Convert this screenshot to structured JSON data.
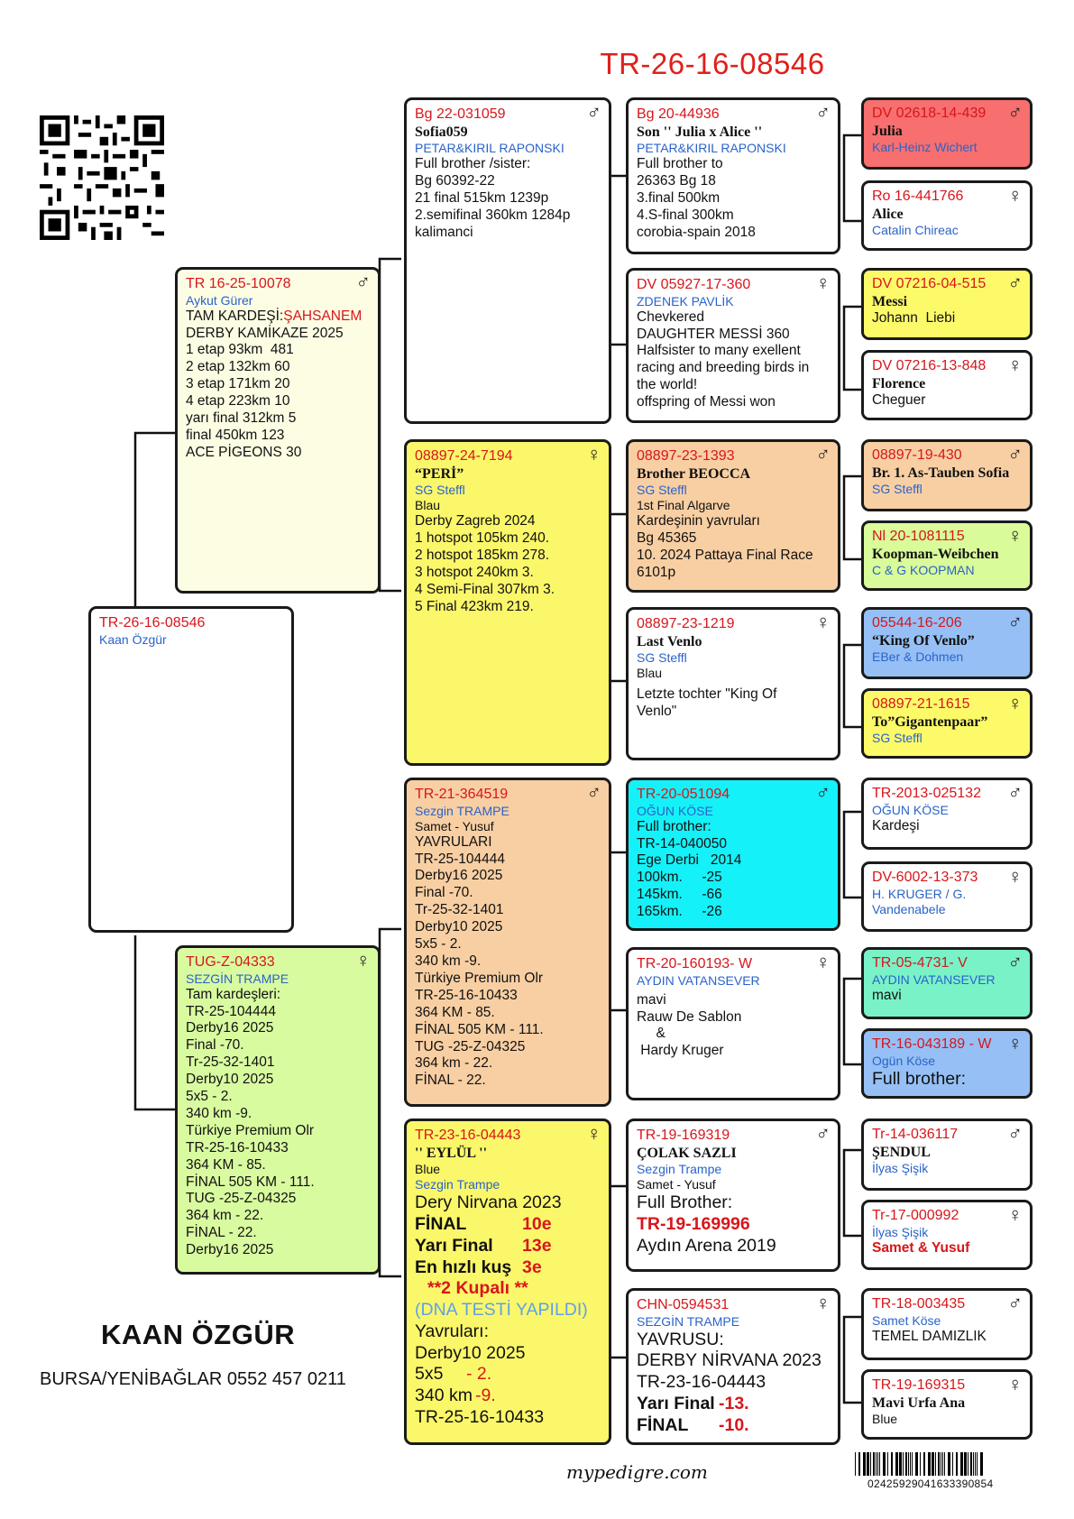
{
  "title": "TR-26-16-08546",
  "owner": {
    "name": "KAAN ÖZGÜR",
    "address": "BURSA/YENİBAĞLAR 0552 457 0211"
  },
  "footer": {
    "site": "mypedigre.com",
    "barcode": "02425929041633390854"
  },
  "subject": {
    "ring": "TR-26-16-08546",
    "breeder": "Kaan Özgür"
  },
  "sire": {
    "ring": "TR 16-25-10078",
    "breeder": "Aykut Gürer",
    "sex": "♂",
    "lines": [
      "TAM KARDEŞİ:",
      "DERBY KAMİKAZE 2025",
      "1 etap 93km  481",
      "2 etap 132km 60",
      "3 etap 171km 20",
      "4 etap 223km 10",
      "yarı final 312km 5",
      "final 450km 123",
      "ACE PİGEONS 30"
    ],
    "line0_red": "ŞAHSANEM"
  },
  "dam": {
    "ring": "TUG-Z-04333",
    "breeder": "SEZGİN TRAMPE",
    "sex": "♀",
    "lines": [
      "Tam kardeşleri:",
      "TR-25-104444",
      "Derby16 2025",
      "Final -70.",
      "Tr-25-32-1401",
      "Derby10 2025",
      "5x5 - 2.",
      "340 km -9.",
      "Türkiye Premium Olr",
      "TR-25-16-10433",
      "364 KM - 85.",
      "FİNAL 505 KM - 111.",
      "TUG -25-Z-04325",
      "364 km - 22.",
      "FİNAL - 22.",
      "Derby16 2025"
    ]
  },
  "ss": {
    "ring": "Bg 22-031059",
    "name": "Sofia059",
    "breeder": "PETAR&KIRIL RAPONSKI",
    "sex": "♂",
    "lines": [
      "Full brother /sister:",
      "Bg 60392-22",
      "21 final 515km 1239p",
      "2.semifinal 360km 1284p",
      "kalimanci"
    ]
  },
  "sd": {
    "ring": "08897-24-7194",
    "name": "“PERİ”",
    "breeder": "SG Steffl",
    "sex": "♀",
    "sublabel": "Blau",
    "lines": [
      "Derby Zagreb 2024",
      "1 hotspot 105km 240.",
      "2 hotspot 185km 278.",
      "3 hotspot 240km 3.",
      "4 Semi-Final 307km 3.",
      "5 Final 423km 219."
    ]
  },
  "ds": {
    "ring": "TR-21-364519",
    "breeder": "Sezgin TRAMPE",
    "sex": "♂",
    "sublabel": "Samet - Yusuf",
    "lines": [
      "YAVRULARI",
      "TR-25-104444",
      "Derby16 2025",
      "Final -70.",
      "Tr-25-32-1401",
      "Derby10 2025",
      "5x5 - 2.",
      "340 km -9.",
      "Türkiye Premium Olr",
      "TR-25-16-10433",
      "364 KM - 85.",
      "FİNAL 505 KM - 111.",
      "TUG -25-Z-04325",
      "364 km - 22.",
      "FİNAL - 22."
    ]
  },
  "dd": {
    "ring": "TR-23-16-04443",
    "name": "'' EYLÜL ''",
    "sublabel": "Blue",
    "breeder": "Sezgin Trampe",
    "sex": "♀",
    "race": "Dery Nirvana 2023",
    "results": [
      {
        "label": "FİNAL",
        "value": "10e"
      },
      {
        "label": "Yarı Final",
        "value": "13e"
      },
      {
        "label": "En hızlı kuş",
        "value": "3e"
      }
    ],
    "cup": "**2 Kupalı **",
    "dna": "(DNA TESTİ YAPILDI)",
    "lines": [
      "Yavruları:",
      "Derby10 2025"
    ],
    "r1": {
      "label": "5x5",
      "value": "- 2."
    },
    "r2": {
      "label": "340 km",
      "value": "-9."
    },
    "last": "TR-25-16-10433"
  },
  "sss": {
    "ring": "Bg 20-44936",
    "name": "Son '' Julia x Alice ''",
    "breeder": "PETAR&KIRIL RAPONSKI",
    "sex": "♂",
    "lines": [
      "Full brother to",
      "26363 Bg 18",
      "3.final 500km",
      "4.S-final 300km",
      "corobia-spain 2018"
    ]
  },
  "ssd": {
    "ring": "DV 05927-17-360",
    "breeder": "ZDENEK PAVLİK",
    "sex": "♀",
    "lines": [
      "Chevkered",
      "DAUGHTER MESSİ 360",
      "Halfsister to many exellent",
      "racing and breeding birds in",
      "the world!",
      "offspring of Messi won"
    ]
  },
  "sds": {
    "ring": "08897-23-1393",
    "name": "Brother BEOCCA",
    "breeder": "SG Steffl",
    "sex": "♂",
    "sublabel": "1st Final Algarve",
    "lines": [
      "Kardeşinin yavruları",
      "Bg 45365",
      "10. 2024 Pattaya Final Race",
      "6101p"
    ]
  },
  "sdd": {
    "ring": "08897-23-1219",
    "name": "Last Venlo",
    "breeder": "SG Steffl",
    "sex": "♀",
    "sublabel": "Blau",
    "lines": [
      "Letzte tochter \"King Of",
      "Venlo\""
    ]
  },
  "dss": {
    "ring": "TR-20-051094",
    "breeder": "OĞUN KÖSE",
    "sex": "♂",
    "lines": [
      "Full brother:",
      "TR-14-040050",
      "Ege Derbi   2014",
      "100km.     -25",
      "145km.     -66",
      "165km.     -26"
    ]
  },
  "dsd": {
    "ring": "TR-20-160193- W",
    "breeder": "AYDIN VATANSEVER",
    "sex": "♀",
    "lines": [
      "mavi",
      "",
      "Rauw De Sablon",
      "     &",
      " Hardy Kruger"
    ]
  },
  "dds": {
    "ring": "TR-19-169319",
    "name": "ÇOLAK SAZLI",
    "breeder": "Sezgin Trampe",
    "sex": "♂",
    "sublabel": "Samet - Yusuf",
    "brother_label": "Full Brother:",
    "brother": "TR-19-169996",
    "last": "Aydın Arena 2019"
  },
  "ddd": {
    "ring": "CHN-0594531",
    "breeder": "SEZGİN TRAMPE",
    "sex": "♀",
    "lines": [
      "YAVRUSU:",
      "DERBY NİRVANA 2023",
      "TR-23-16-04443"
    ],
    "r1": {
      "label": "Yarı Final",
      "value": "-13."
    },
    "r2": {
      "label": "FİNAL",
      "value": "-10."
    }
  },
  "g": [
    {
      "ring": "DV 02618-14-439",
      "name": "Julia",
      "breeder": "Karl-Heinz Wichert",
      "sex": "♂"
    },
    {
      "ring": "Ro 16-441766",
      "name": "Alice",
      "breeder": "Catalin Chireac",
      "sex": "♀"
    },
    {
      "ring": "DV 07216-04-515",
      "name": "Messi",
      "breeder": "Johann  Liebi",
      "sex": "♂"
    },
    {
      "ring": "DV 07216-13-848",
      "name": "Florence",
      "breeder": "Cheguer",
      "sex": "♀"
    },
    {
      "ring": "08897-19-430",
      "name": "Br. 1. As-Tauben Sofia",
      "breeder": "SG Steffl",
      "sex": "♂"
    },
    {
      "ring": "Nl 20-1081115",
      "name": "Koopman-Weibchen",
      "breeder": "C & G KOOPMAN",
      "sex": "♀"
    },
    {
      "ring": "05544-16-206",
      "name": "“King Of Venlo”",
      "breeder": "EBer & Dohmen",
      "sex": "♂"
    },
    {
      "ring": "08897-21-1615",
      "name": "To”Gigantenpaar”",
      "breeder": "SG Steffl",
      "sex": "♀"
    },
    {
      "ring": "TR-2013-025132",
      "breeder": "OĞUN KÖSE",
      "text": "Kardeşi",
      "sex": "♂"
    },
    {
      "ring": "DV-6002-13-373",
      "breeder": "H. KRUGER / G. Vandenabele",
      "sex": "♀"
    },
    {
      "ring": "TR-05-4731- V",
      "breeder": "AYDIN VATANSEVER",
      "text": "mavi",
      "sex": "♂"
    },
    {
      "ring": "TR-16-043189 - W",
      "breeder": "Ogün Köse",
      "text": "Full brother:",
      "sex": "♀"
    },
    {
      "ring": "Tr-14-036117",
      "name": "ŞENDUL",
      "breeder": "İlyas Şişik",
      "sex": "♂"
    },
    {
      "ring": "Tr-17-000992",
      "breeder": "İlyas Şişik",
      "text": "Samet & Yusuf",
      "sex": "♀"
    },
    {
      "ring": "TR-18-003435",
      "breeder": "Samet Köse",
      "text": "TEMEL DAMIZLIK",
      "sex": "♂"
    },
    {
      "ring": "TR-19-169315",
      "name": "Mavi Urfa Ana",
      "text": "Blue",
      "sex": "♀"
    }
  ]
}
